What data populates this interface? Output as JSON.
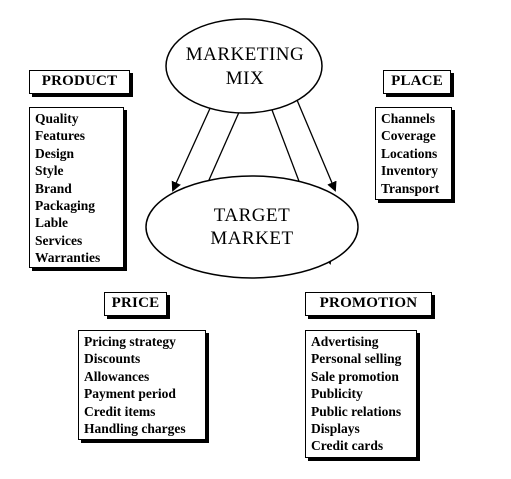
{
  "center_top": {
    "line1": "MARKETING",
    "line2": "MIX"
  },
  "center_target": {
    "line1": "TARGET",
    "line2": "MARKET"
  },
  "product": {
    "title": "PRODUCT",
    "items": [
      "Quality",
      "Features",
      "Design",
      "Style",
      "Brand",
      "Packaging",
      "Lable",
      "Services",
      "Warranties"
    ]
  },
  "place": {
    "title": "PLACE",
    "items": [
      "Channels",
      "Coverage",
      "Locations",
      "Inventory",
      "Transport"
    ]
  },
  "price": {
    "title": "PRICE",
    "items": [
      "Pricing strategy",
      "Discounts",
      "Allowances",
      "Payment period",
      "Credit items",
      "Handling charges"
    ]
  },
  "promotion": {
    "title": "PROMOTION",
    "items": [
      "Advertising",
      "Personal selling",
      "Sale promotion",
      "Publicity",
      "Public relations",
      "Displays",
      "Credit cards"
    ]
  }
}
